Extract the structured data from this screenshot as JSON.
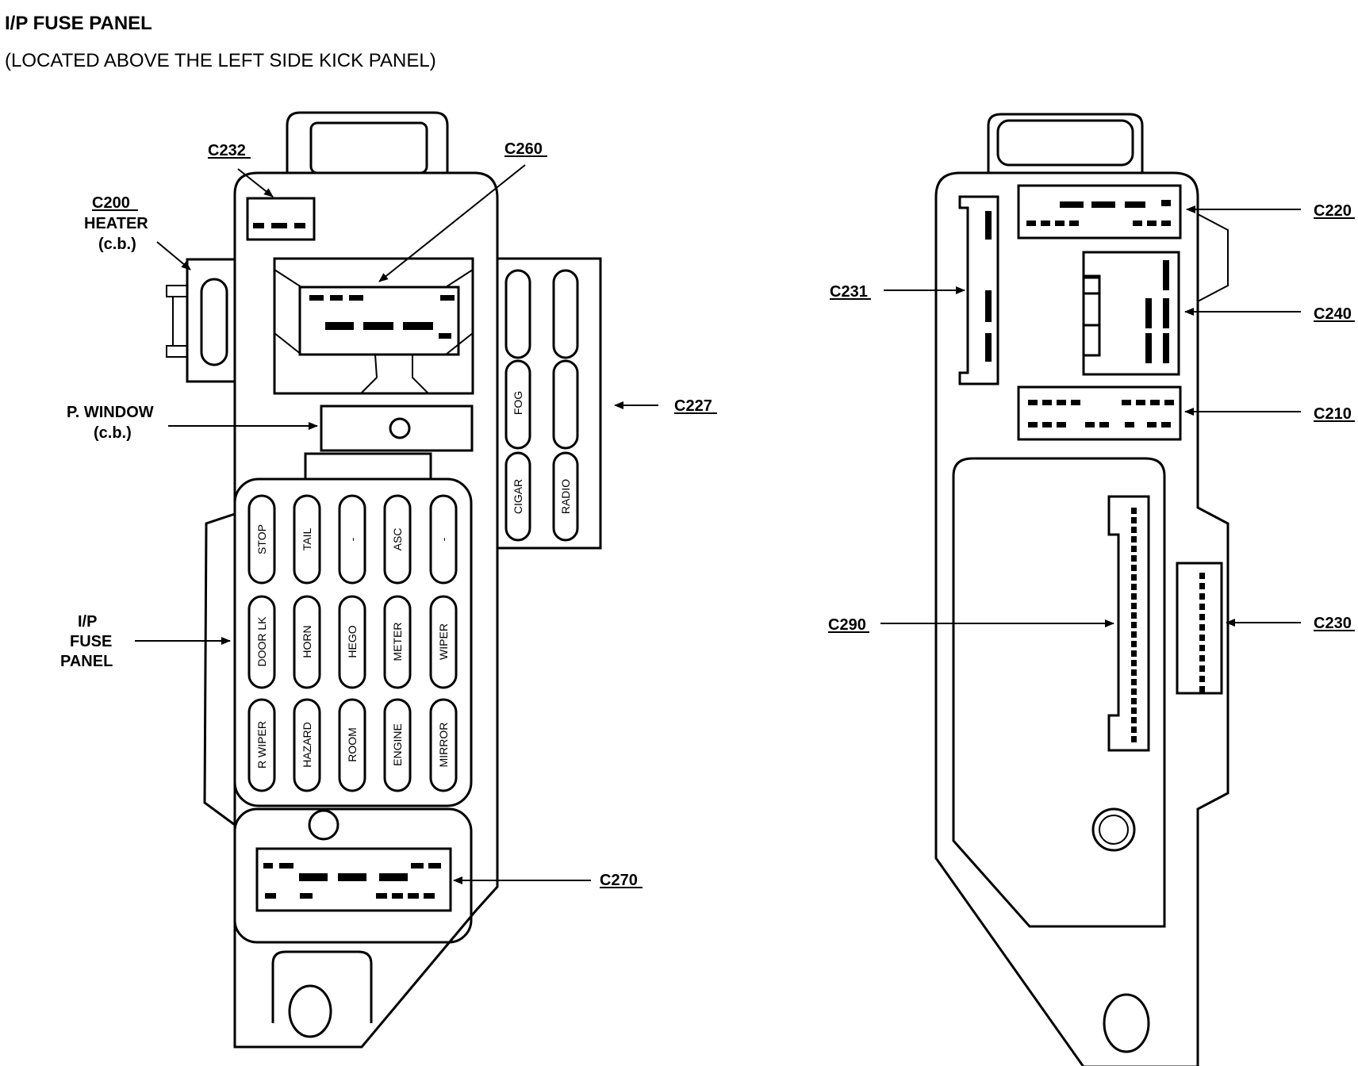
{
  "title": "I/P FUSE PANEL",
  "subtitle": "(LOCATED ABOVE THE LEFT SIDE KICK PANEL)",
  "left_view": {
    "labels": {
      "c232": "C232",
      "c260": "C260",
      "c200": "C200",
      "heater": "HEATER",
      "heater_cb": "(c.b.)",
      "p_window": "P. WINDOW",
      "p_window_cb": "(c.b.)",
      "c227": "C227",
      "ip": "I/P",
      "fuse": "FUSE",
      "panel": "PANEL",
      "c270": "C270"
    },
    "fuses_side": {
      "fog": "FOG",
      "blank": "",
      "cigar": "CIGAR",
      "radio": "RADIO"
    },
    "fuses_main": {
      "stop": "STOP",
      "tail": "TAIL",
      "dash1": "-",
      "asc": "ASC",
      "dash2": "-",
      "door_lk": "DOOR LK",
      "horn": "HORN",
      "hego": "HEGO",
      "meter": "METER",
      "wiper": "WIPER",
      "r_wiper": "R WIPER",
      "hazard": "HAZARD",
      "room": "ROOM",
      "engine": "ENGINE",
      "mirror": "MIRROR"
    }
  },
  "right_view": {
    "labels": {
      "c220": "C220",
      "c231": "C231",
      "c240": "C240",
      "c210": "C210",
      "c290": "C290",
      "c230": "C230"
    }
  }
}
